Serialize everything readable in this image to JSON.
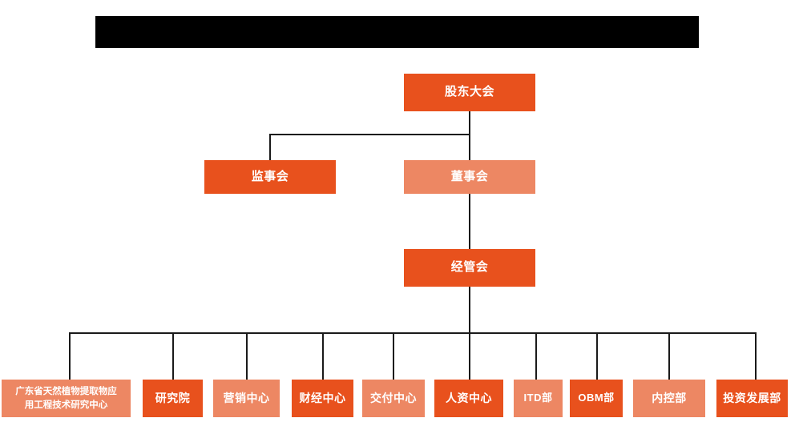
{
  "chart": {
    "type": "org-chart",
    "title_bar": {
      "label": "",
      "color": "#000000"
    },
    "palette": {
      "dark": "#E8511D",
      "light": "#ED8763",
      "line": "#1a1a1a",
      "text": "#FFFFFF",
      "background": "#FFFFFF"
    },
    "levels": [
      {
        "level": 1,
        "nodes": [
          "股东大会"
        ]
      },
      {
        "level": 2,
        "nodes": [
          "监事会",
          "董事会"
        ]
      },
      {
        "level": 3,
        "nodes": [
          "经管会"
        ]
      },
      {
        "level": 4,
        "nodes": [
          "广东省天然植物提取物应用工程技术研究中心",
          "研究院",
          "营销中心",
          "财经中心",
          "交付中心",
          "人资中心",
          "ITD部",
          "OBM部",
          "内控部",
          "投资发展部"
        ]
      }
    ],
    "nodes": {
      "shareholders": {
        "label": "股东大会",
        "tone": "dark"
      },
      "supervisors": {
        "label": "监事会",
        "tone": "dark"
      },
      "directors": {
        "label": "董事会",
        "tone": "light"
      },
      "management": {
        "label": "经管会",
        "tone": "dark"
      },
      "dept_1": {
        "label_line1": "广东省天然植物提取物应",
        "label_line2": "用工程技术研究中心",
        "tone": "light"
      },
      "dept_2": {
        "label": "研究院",
        "tone": "dark"
      },
      "dept_3": {
        "label": "营销中心",
        "tone": "light"
      },
      "dept_4": {
        "label": "财经中心",
        "tone": "dark"
      },
      "dept_5": {
        "label": "交付中心",
        "tone": "light"
      },
      "dept_6": {
        "label": "人资中心",
        "tone": "dark"
      },
      "dept_7": {
        "label": "ITD部",
        "tone": "light"
      },
      "dept_8": {
        "label": "OBM部",
        "tone": "dark"
      },
      "dept_9": {
        "label": "内控部",
        "tone": "light"
      },
      "dept_10": {
        "label": "投资发展部",
        "tone": "dark"
      }
    },
    "edges": [
      {
        "from": "shareholders",
        "to": "directors"
      },
      {
        "from": "shareholders",
        "to": "supervisors"
      },
      {
        "from": "directors",
        "to": "management"
      },
      {
        "from": "management",
        "to": "dept_1"
      },
      {
        "from": "management",
        "to": "dept_2"
      },
      {
        "from": "management",
        "to": "dept_3"
      },
      {
        "from": "management",
        "to": "dept_4"
      },
      {
        "from": "management",
        "to": "dept_5"
      },
      {
        "from": "management",
        "to": "dept_6"
      },
      {
        "from": "management",
        "to": "dept_7"
      },
      {
        "from": "management",
        "to": "dept_8"
      },
      {
        "from": "management",
        "to": "dept_9"
      },
      {
        "from": "management",
        "to": "dept_10"
      }
    ]
  }
}
